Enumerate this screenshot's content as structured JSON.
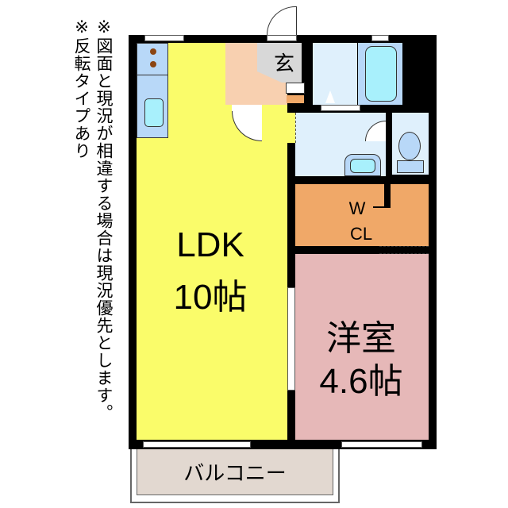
{
  "notes": {
    "note1": "※図面と現況が相違する場合は現況優先とします。",
    "note2": "※反転タイプあり"
  },
  "rooms": {
    "ldk": {
      "name": "LDK",
      "size": "10帖",
      "color": "#fafc6a"
    },
    "western": {
      "name": "洋室",
      "size": "4.6帖",
      "color": "#e6b8b8"
    },
    "wcl": {
      "name_line1": "W",
      "name_line2": "CL",
      "color": "#f0a868"
    },
    "entrance": {
      "name": "玄",
      "color": "#d8d8d8"
    },
    "balcony": {
      "name": "バルコニー",
      "color": "#e2d8d0"
    },
    "bath_area": {
      "color": "#dff0fc"
    },
    "bathtub": {
      "color": "#a8f0fc"
    },
    "kitchen": {
      "color": "#b8d8f8"
    },
    "storage": {
      "color": "#f8d0b0"
    }
  },
  "colors": {
    "wall": "#000000",
    "burner": "#8b4513"
  }
}
